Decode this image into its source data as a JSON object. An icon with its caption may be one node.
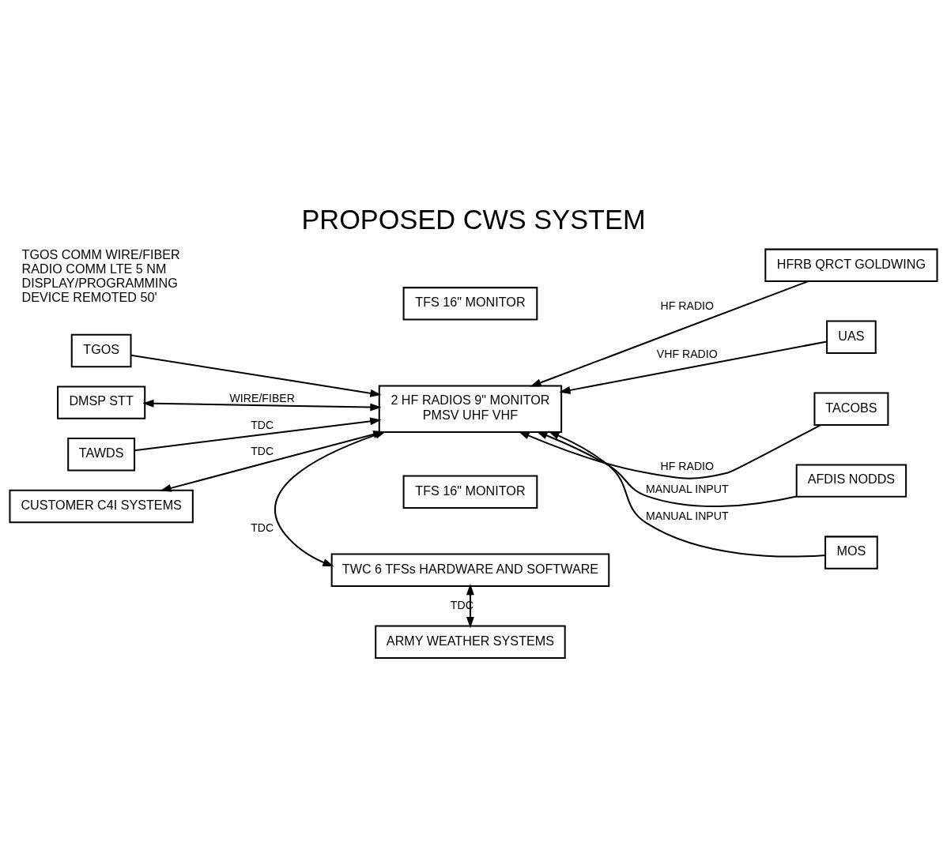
{
  "diagram": {
    "title": "PROPOSED CWS SYSTEM",
    "nodes": [
      {
        "text": [
          "TFS 16\" MONITOR"
        ]
      },
      {
        "text": [
          "HFRB QRCT GOLDWING"
        ]
      },
      {
        "text": [
          "2 HF RADIOS 9\" MONITOR",
          "PMSV UHF VHF"
        ]
      },
      {
        "text": [
          "TGOS"
        ]
      },
      {
        "text": [
          "UAS"
        ]
      },
      {
        "text": [
          "DMSP STT"
        ]
      },
      {
        "text": [
          "TACOBS"
        ]
      },
      {
        "text": [
          "TAWDS"
        ]
      },
      {
        "text": [
          "AFDIS NODDS"
        ]
      },
      {
        "text": [
          "TFS 16\" MONITOR"
        ]
      },
      {
        "text": [
          "CUSTOMER C4I SYSTEMS"
        ]
      },
      {
        "text": [
          "TWC 6 TFSs HARDWARE AND SOFTWARE"
        ]
      },
      {
        "text": [
          "ARMY WEATHER SYSTEMS"
        ]
      },
      {
        "text": [
          "MOS"
        ]
      }
    ],
    "edges": [
      {
        "from": 3,
        "to": 2,
        "arrow": "to"
      },
      {
        "from": 5,
        "to": 2,
        "arrow": "both",
        "label": "WIRE/FIBER"
      },
      {
        "from": 7,
        "to": 2,
        "arrow": "to",
        "label": "TDC"
      },
      {
        "from": 10,
        "to": 2,
        "arrow": "both",
        "label": "TDC"
      },
      {
        "from": 11,
        "to": 2,
        "arrow": "both",
        "label": "TDC"
      },
      {
        "from": 11,
        "to": 12,
        "arrow": "both",
        "label": "TDC"
      },
      {
        "from": 1,
        "to": 2,
        "arrow": "to",
        "label": "HF RADIO"
      },
      {
        "from": 4,
        "to": 2,
        "arrow": "to",
        "label": "VHF RADIO"
      },
      {
        "from": 6,
        "to": 2,
        "arrow": "to",
        "label": "HF RADIO"
      },
      {
        "from": 8,
        "to": 2,
        "arrow": "to",
        "label": "MANUAL INPUT"
      },
      {
        "from": 13,
        "to": 2,
        "arrow": "to",
        "label": "MANUAL INPUT"
      }
    ],
    "labels": [
      "TGOS COMM WIRE/FIBER",
      "RADIO COMM LTE 5 NM",
      "DISPLAY/PROGRAMMING",
      "DEVICE REMOTED 50'"
    ]
  }
}
